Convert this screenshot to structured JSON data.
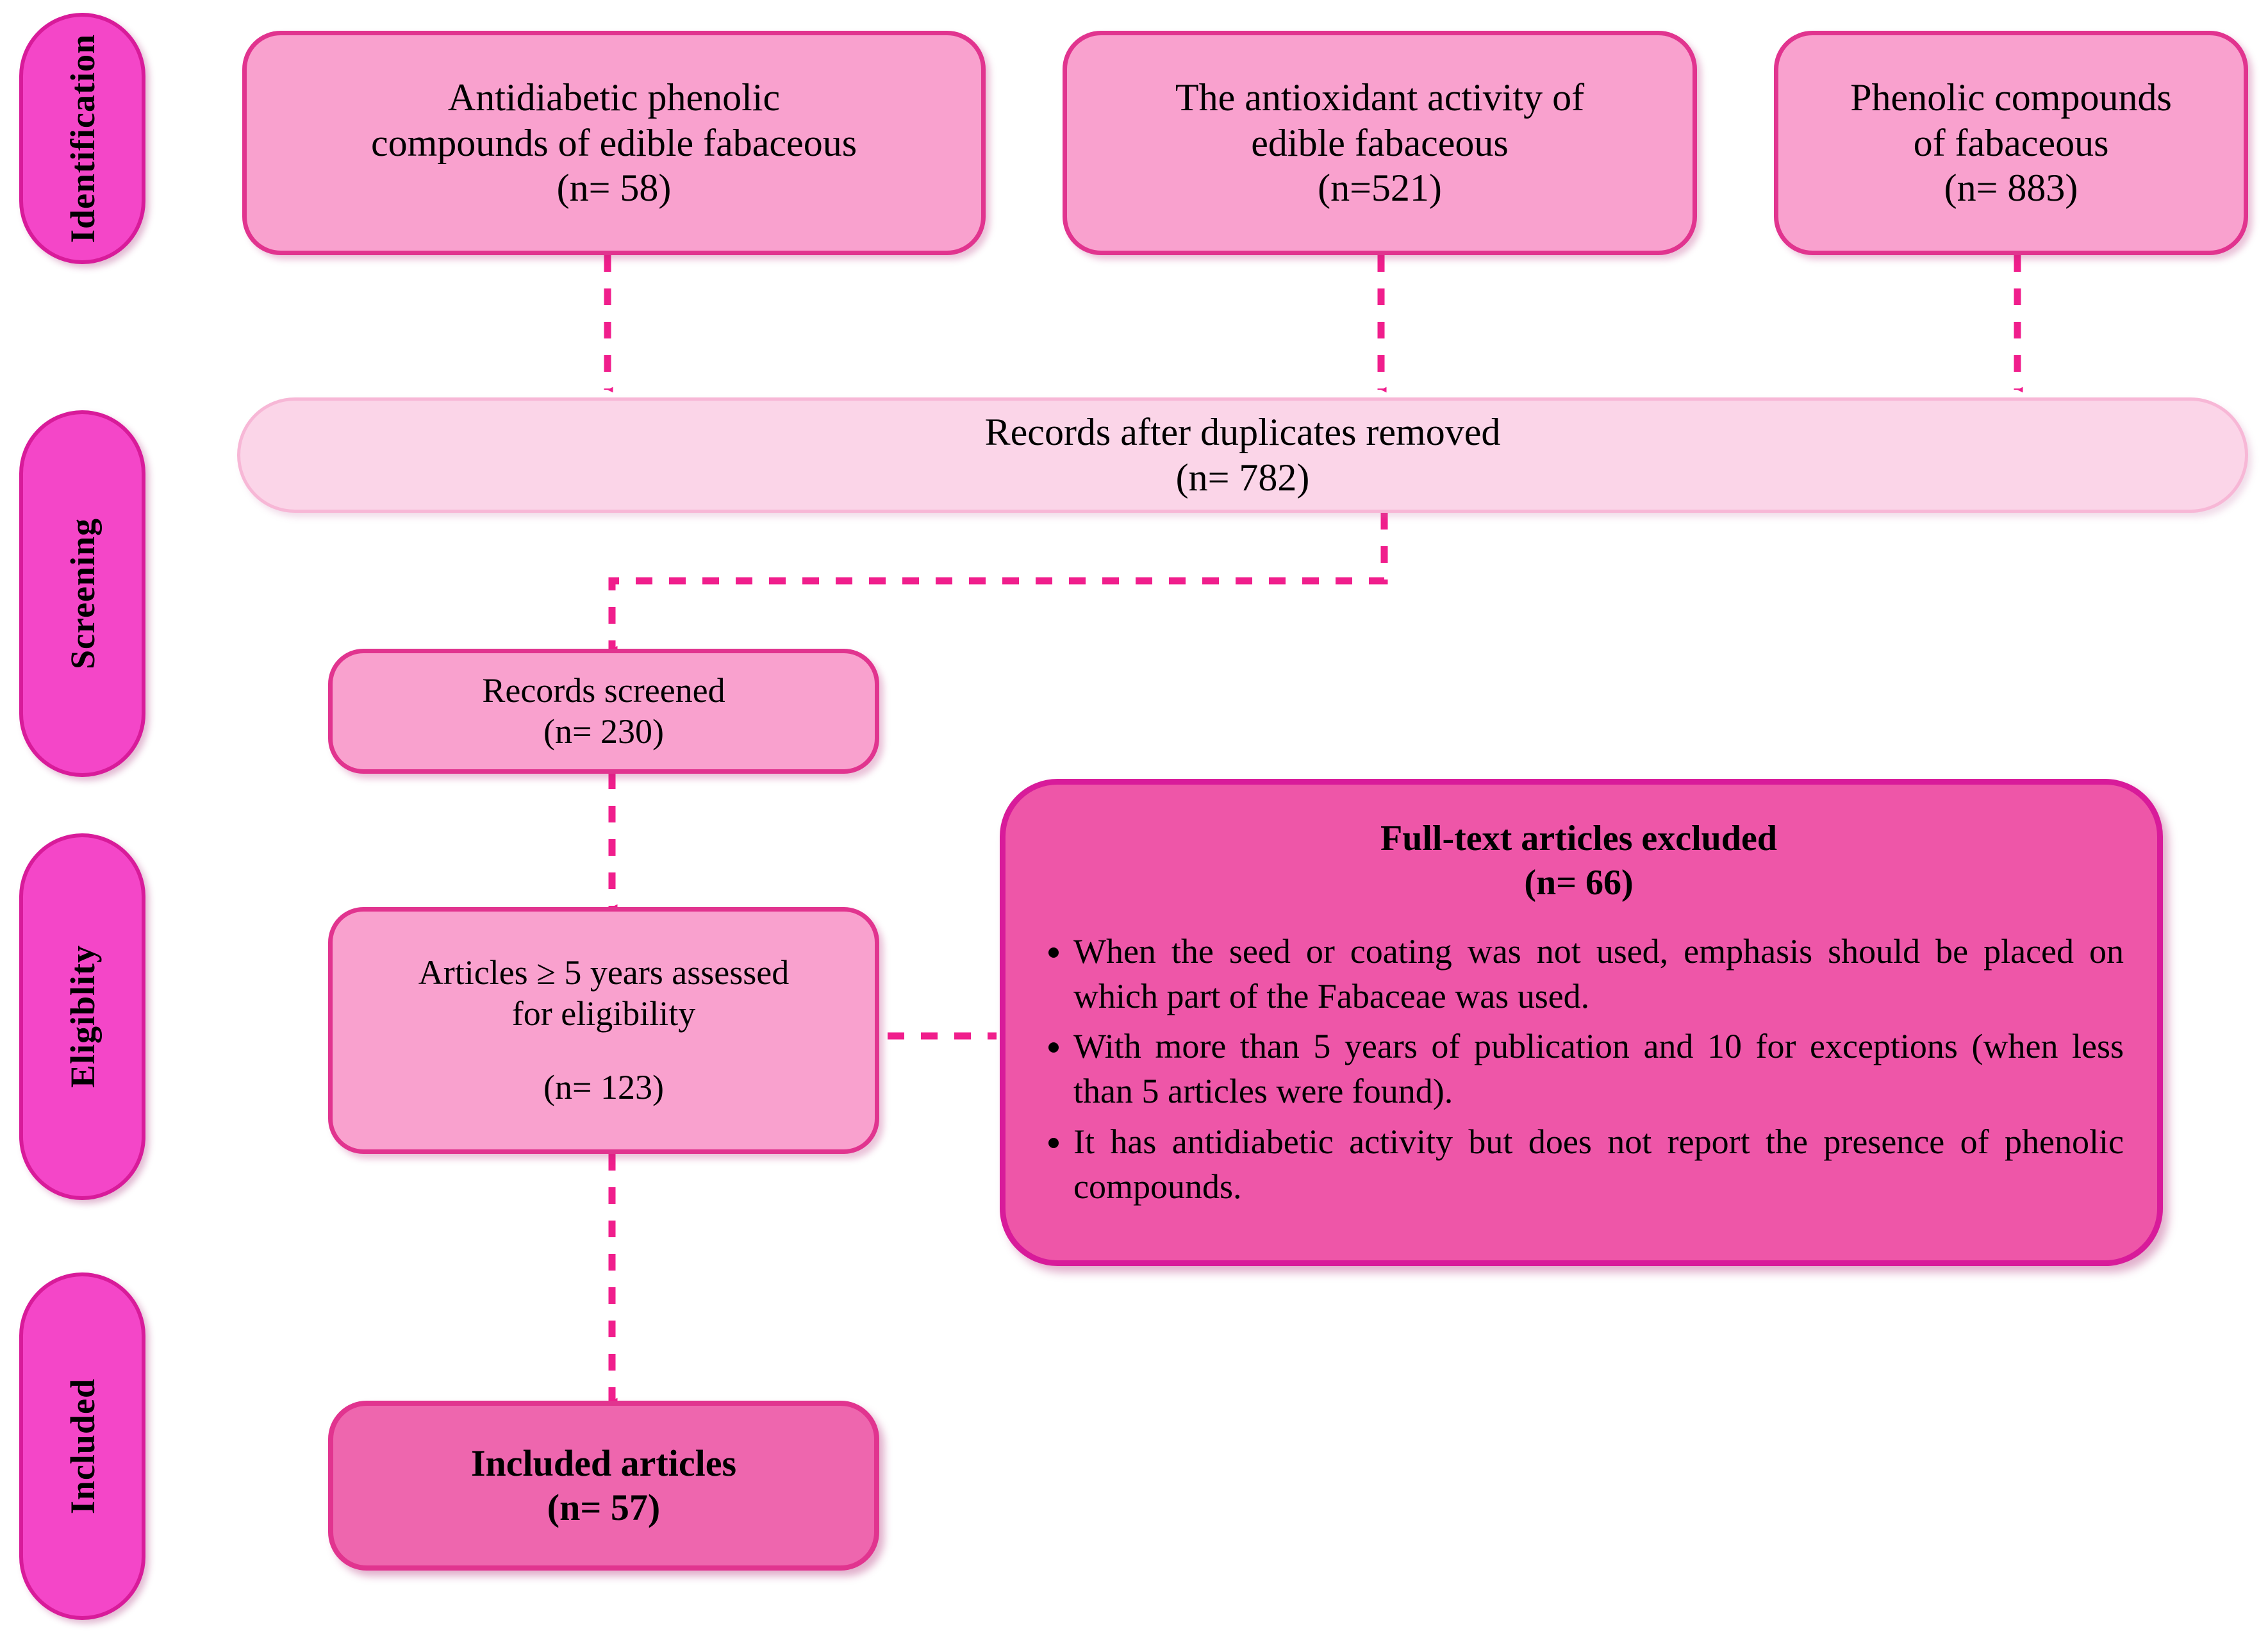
{
  "diagram": {
    "type": "prisma-flow-diagram",
    "colors": {
      "stage_pill_fill": "#F446C8",
      "stage_pill_border": "#D81B9A",
      "source_box_fill": "#F9A1CE",
      "source_box_border": "#E1348F",
      "duplicates_band_fill": "#FBD5E8",
      "duplicates_band_border": "#F7B7D6",
      "excluded_box_fill": "#EE56A8",
      "included_box_fill": "#EE66AE",
      "arrow_color": "#F01E8C",
      "text_color": "#000000",
      "background": "#FFFFFF"
    }
  },
  "stages": [
    {
      "id": "identification",
      "label": "Identification"
    },
    {
      "id": "screening",
      "label": "Screening"
    },
    {
      "id": "eligiblity",
      "label": "Eligiblity"
    },
    {
      "id": "included",
      "label": "Included"
    }
  ],
  "sources": [
    {
      "id": "antidiabetic-phenolic",
      "line1": "Antidiabetic phenolic",
      "line2": "compounds of  edible fabaceous",
      "count": "(n= 58)",
      "n": 58
    },
    {
      "id": "antioxidant-activity",
      "line1": "The antioxidant activity of",
      "line2": "edible fabaceous",
      "count": "(n=521)",
      "n": 521
    },
    {
      "id": "phenolic-compounds",
      "line1": "Phenolic compounds",
      "line2": "of fabaceous",
      "count": "(n= 883)",
      "n": 883
    }
  ],
  "duplicates": {
    "label": "Records after duplicates removed",
    "count": "(n= 782)",
    "n": 782
  },
  "screened": {
    "label": "Records screened",
    "count": "(n= 230)",
    "n": 230
  },
  "eligibility": {
    "line1": "Articles ≥ 5 years assessed",
    "line2": "for eligibility",
    "count": "(n= 123)",
    "n": 123
  },
  "excluded": {
    "title": "Full-text articles excluded",
    "count": "(n= 66)",
    "n": 66,
    "reasons": [
      "When the seed or coating was not used, emphasis should be placed on which part of the Fabaceae was used.",
      "With more than 5 years of publication and 10 for exceptions (when less than 5 articles were found).",
      "It has antidiabetic activity but does not report the presence of phenolic compounds."
    ]
  },
  "included_articles": {
    "label": "Included articles",
    "count": "(n= 57)",
    "n": 57
  }
}
